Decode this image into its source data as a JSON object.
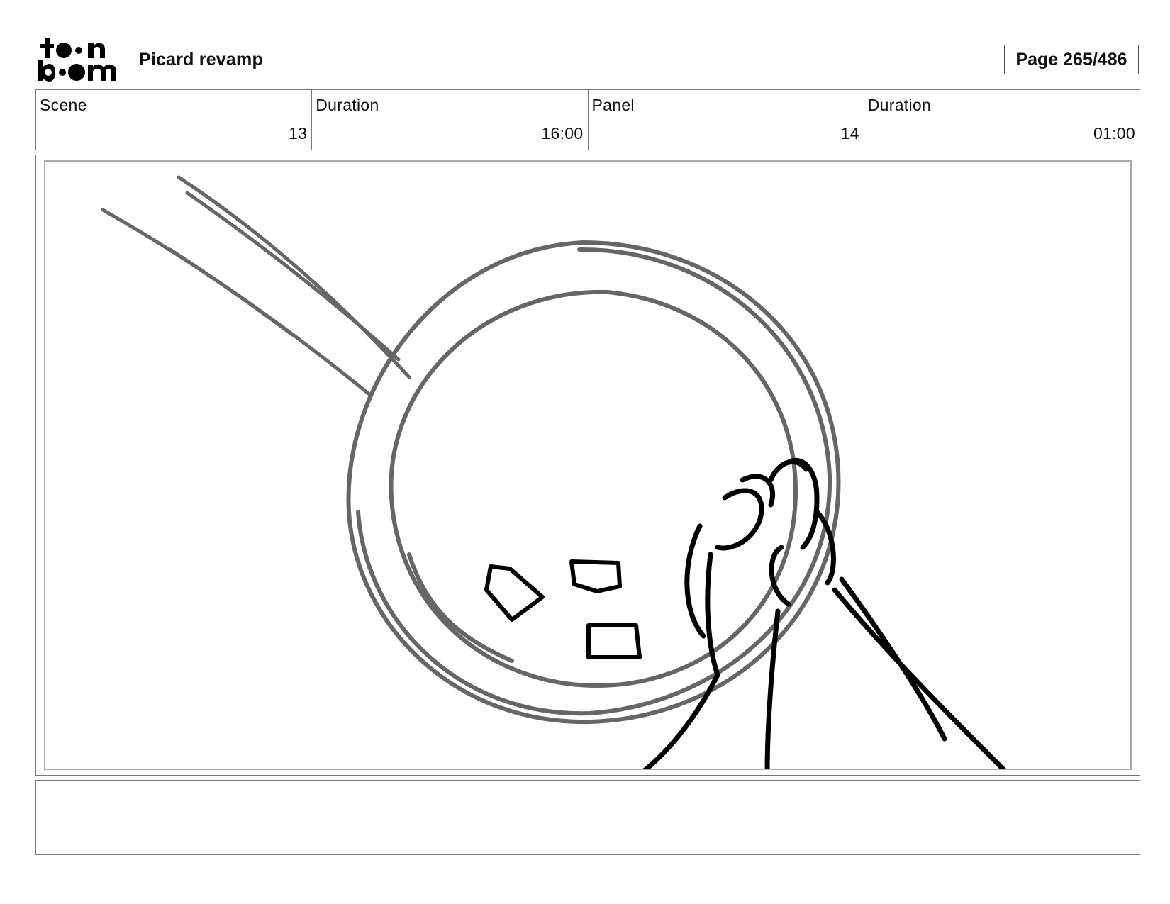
{
  "header": {
    "project_title": "Picard revamp",
    "page_label": "Page 265/486"
  },
  "info": {
    "scene_label": "Scene",
    "scene_value": "13",
    "scene_duration_label": "Duration",
    "scene_duration_value": "16:00",
    "panel_label": "Panel",
    "panel_value": "14",
    "panel_duration_label": "Duration",
    "panel_duration_value": "01:00"
  },
  "notes": {
    "text": ""
  },
  "colors": {
    "border": "#777777",
    "sketch_gray": "#666666",
    "sketch_black": "#000000"
  },
  "icons": {
    "logo": "toon-boom-logo"
  }
}
